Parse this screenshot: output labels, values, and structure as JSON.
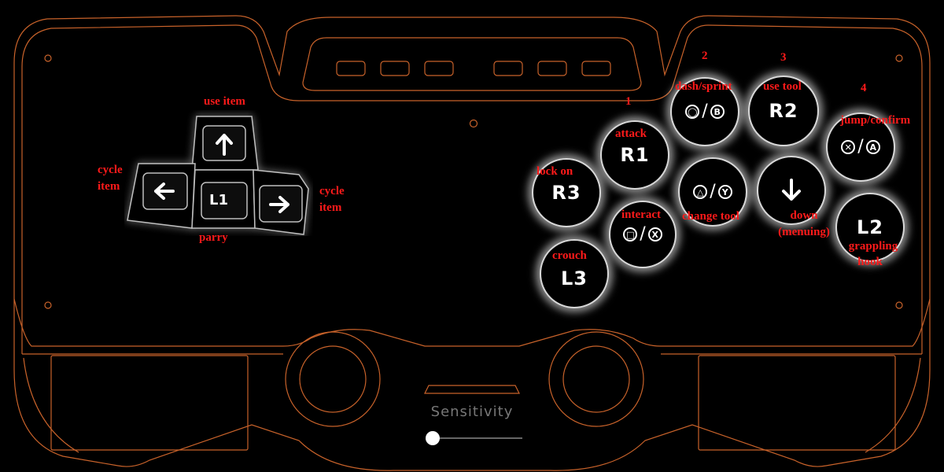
{
  "footer": {
    "sensitivity_label": "Sensitivity",
    "sensitivity_value": 0
  },
  "dpad": {
    "up_label": "use item",
    "left_label_1": "cycle",
    "left_label_2": "item",
    "right_label_1": "cycle",
    "right_label_2": "item",
    "center_label": "parry",
    "center_key": "L1"
  },
  "buttons": {
    "b1": {
      "number": "1",
      "label": "attack",
      "key": "R1"
    },
    "b2": {
      "number": "2",
      "label": "dash/sprint",
      "sym_a": "◯",
      "sym_b": "B"
    },
    "b3": {
      "number": "3",
      "label": "use tool",
      "key": "R2"
    },
    "b4": {
      "number": "4",
      "label": "jump/confirm",
      "sym_a": "✕",
      "sym_b": "A"
    },
    "r3": {
      "label": "lock on",
      "key": "R3"
    },
    "interact": {
      "label": "interact",
      "sym_a": "□",
      "sym_b": "X"
    },
    "change": {
      "label": "change tool",
      "sym_a": "△",
      "sym_b": "Y"
    },
    "down": {
      "label_1": "down",
      "label_2": "(menuing)"
    },
    "l2": {
      "key": "L2",
      "label_1": "grappling",
      "label_2": "hook"
    },
    "l3": {
      "label": "crouch",
      "key": "L3"
    }
  },
  "colors": {
    "outline": "#c8622a",
    "label": "#ff1a1a"
  }
}
